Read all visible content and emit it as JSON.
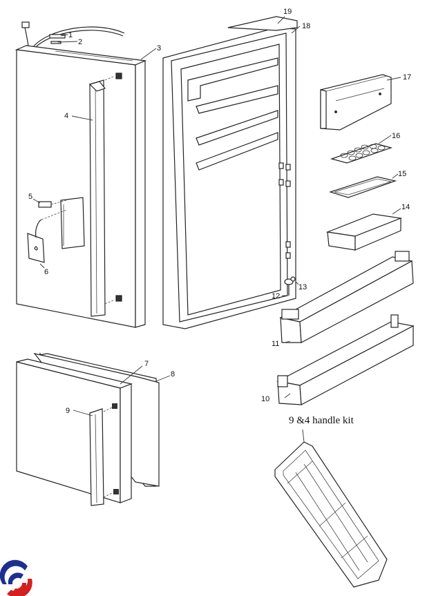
{
  "diagram": {
    "parts": [
      {
        "id": "1",
        "label": "1"
      },
      {
        "id": "2",
        "label": "2"
      },
      {
        "id": "3",
        "label": "3"
      },
      {
        "id": "4",
        "label": "4"
      },
      {
        "id": "5",
        "label": "5"
      },
      {
        "id": "6",
        "label": "6"
      },
      {
        "id": "7",
        "label": "7"
      },
      {
        "id": "8",
        "label": "8"
      },
      {
        "id": "9",
        "label": "9"
      },
      {
        "id": "10",
        "label": "10"
      },
      {
        "id": "11",
        "label": "11"
      },
      {
        "id": "12",
        "label": "12"
      },
      {
        "id": "13",
        "label": "13"
      },
      {
        "id": "14",
        "label": "14"
      },
      {
        "id": "15",
        "label": "15"
      },
      {
        "id": "16",
        "label": "16"
      },
      {
        "id": "17",
        "label": "17"
      },
      {
        "id": "18",
        "label": "18"
      },
      {
        "id": "19",
        "label": "19"
      }
    ],
    "caption": "9 &4 handle kit"
  },
  "logo": {
    "name": "brand-logo",
    "colors": {
      "blue": "#1f2f8f",
      "red": "#d42020"
    }
  }
}
